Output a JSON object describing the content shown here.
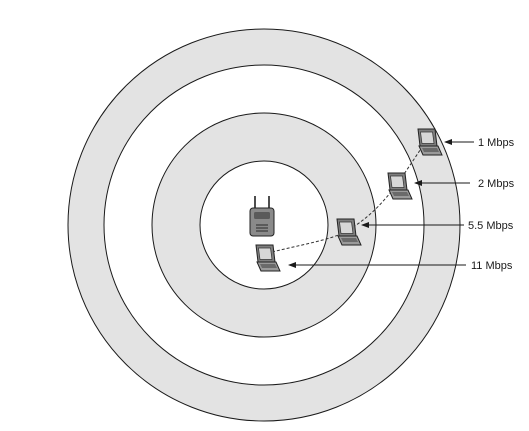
{
  "diagram": {
    "type": "wireless-range-rings",
    "colors": {
      "ring_fill": "#e3e3e3",
      "ring_stroke": "#1a1a1a",
      "device_fill": "#8a8a8a",
      "device_dark": "#555555",
      "path_stroke": "#333333"
    },
    "access_point": {
      "icon": "wireless-access-point-icon"
    },
    "zones": [
      {
        "label": "1 Mbps",
        "icon": "laptop-icon"
      },
      {
        "label": "2 Mbps",
        "icon": "laptop-icon"
      },
      {
        "label": "5.5 Mbps",
        "icon": "laptop-icon"
      },
      {
        "label": "11 Mbps",
        "icon": "laptop-icon"
      }
    ],
    "roaming_path": {
      "style": "dashed"
    }
  }
}
